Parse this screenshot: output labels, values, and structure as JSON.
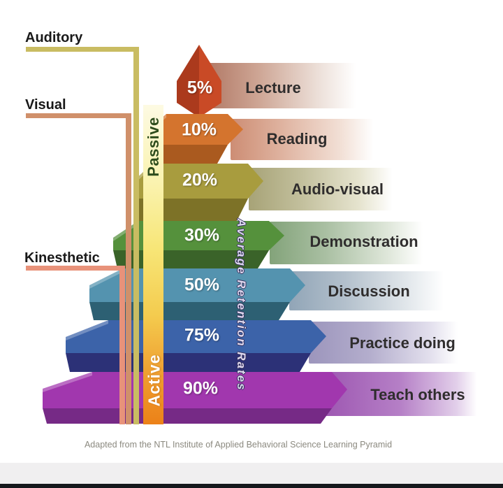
{
  "modalities": [
    {
      "label": "Auditory",
      "line_color": "#c9bc62"
    },
    {
      "label": "Visual",
      "line_color": "#d0906a"
    },
    {
      "label": "Kinesthetic",
      "line_color": "#e8927a"
    }
  ],
  "axis": {
    "passive_label": "Passive",
    "active_label": "Active",
    "retention_label": "Average Retention Rates"
  },
  "levels": [
    {
      "pct": "5%",
      "method": "Lecture",
      "face_color": "#c94a26",
      "under_color": "#ab3a1d",
      "bar_color": "#b27a67"
    },
    {
      "pct": "10%",
      "method": "Reading",
      "face_color": "#d4742e",
      "under_color": "#aa5a1f",
      "bar_color": "#cd8d74"
    },
    {
      "pct": "20%",
      "method": "Audio-visual",
      "face_color": "#a89c3e",
      "under_color": "#7d7227",
      "bar_color": "#a7a377"
    },
    {
      "pct": "30%",
      "method": "Demonstration",
      "face_color": "#55913c",
      "under_color": "#3a6329",
      "bar_color": "#83a37a"
    },
    {
      "pct": "50%",
      "method": "Discussion",
      "face_color": "#5493af",
      "under_color": "#2d6073",
      "bar_color": "#91a5b7"
    },
    {
      "pct": "75%",
      "method": "Practice doing",
      "face_color": "#3c63a9",
      "under_color": "#2c3177",
      "bar_color": "#9c95bc"
    },
    {
      "pct": "90%",
      "method": "Teach others",
      "face_color": "#a137ae",
      "under_color": "#762a86",
      "bar_color": "#9e58b2"
    }
  ],
  "caption": "Adapted from the NTL Institute of Applied Behavioral Science Learning Pyramid",
  "chart_data": {
    "type": "bar",
    "title": "Learning Pyramid — Average Retention Rates",
    "categories": [
      "Lecture",
      "Reading",
      "Audio-visual",
      "Demonstration",
      "Discussion",
      "Practice doing",
      "Teach others"
    ],
    "values": [
      5,
      10,
      20,
      30,
      50,
      75,
      90
    ],
    "ylabel": "Average Retention Rates (%)",
    "groups": {
      "passive": [
        "Lecture",
        "Reading",
        "Audio-visual",
        "Demonstration"
      ],
      "active": [
        "Discussion",
        "Practice doing",
        "Teach others"
      ]
    },
    "modalities": {
      "Auditory": "top",
      "Visual": "middle",
      "Kinesthetic": "bottom"
    }
  }
}
